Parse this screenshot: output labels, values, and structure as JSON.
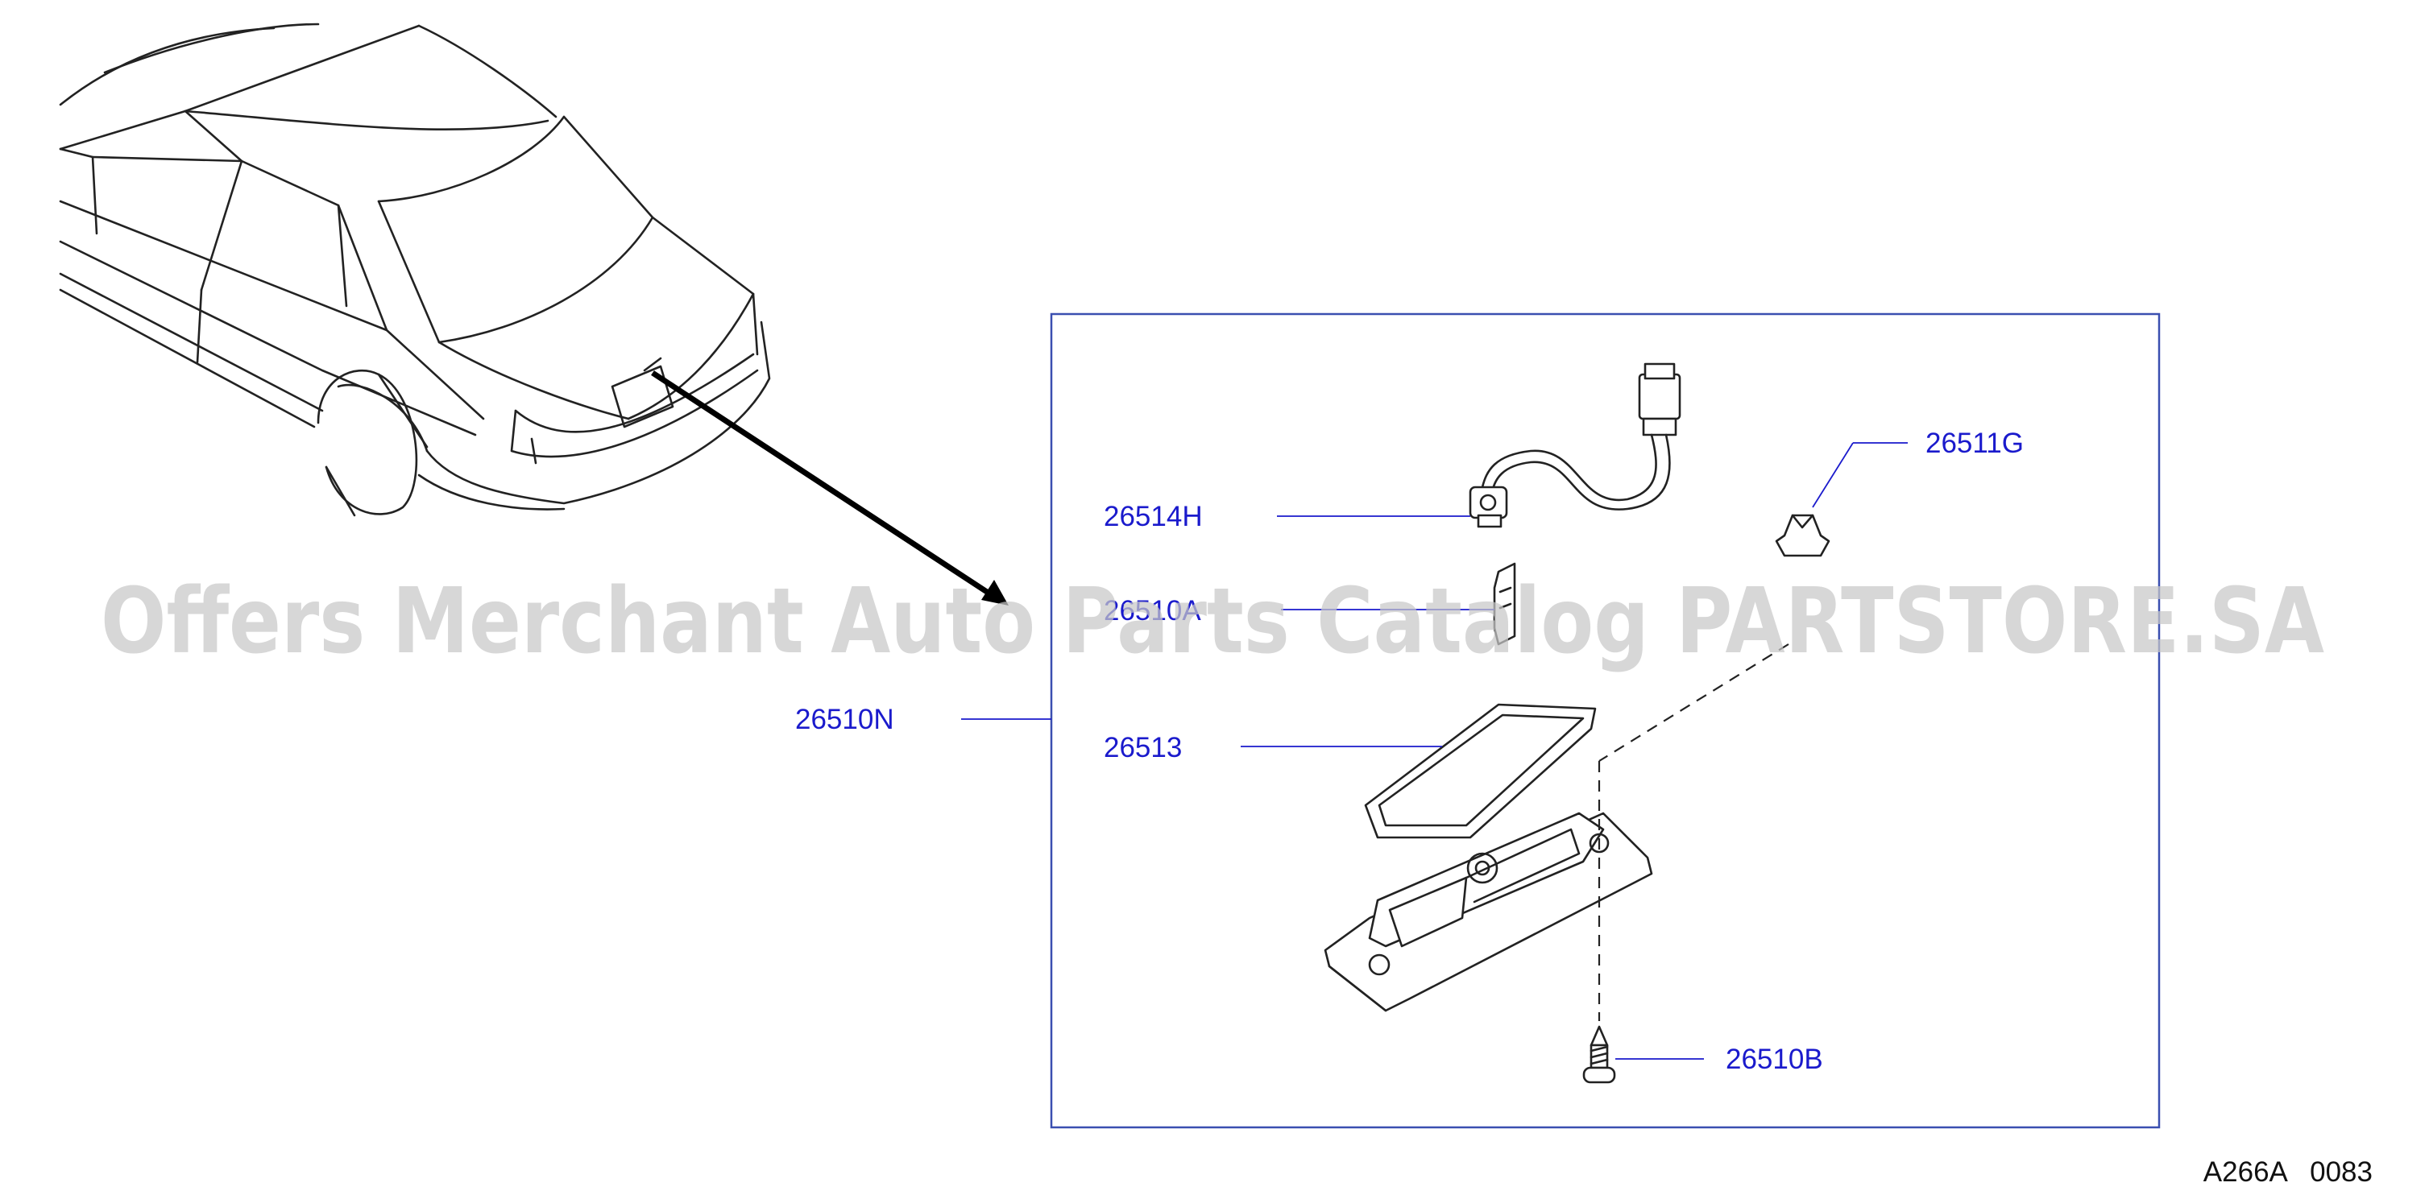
{
  "watermark": "Offers Merchant Auto Parts Catalog PARTSTORE.SA",
  "diagram_code": "A266A   0083",
  "parts": {
    "assembly": "26510N",
    "harness": "26514H",
    "bracket": "26510A",
    "lens": "26513",
    "clip": "26511G",
    "screw": "26510B"
  },
  "colors": {
    "label": "#1a1acc",
    "line": "#222222",
    "frame": "#1a1acc"
  }
}
